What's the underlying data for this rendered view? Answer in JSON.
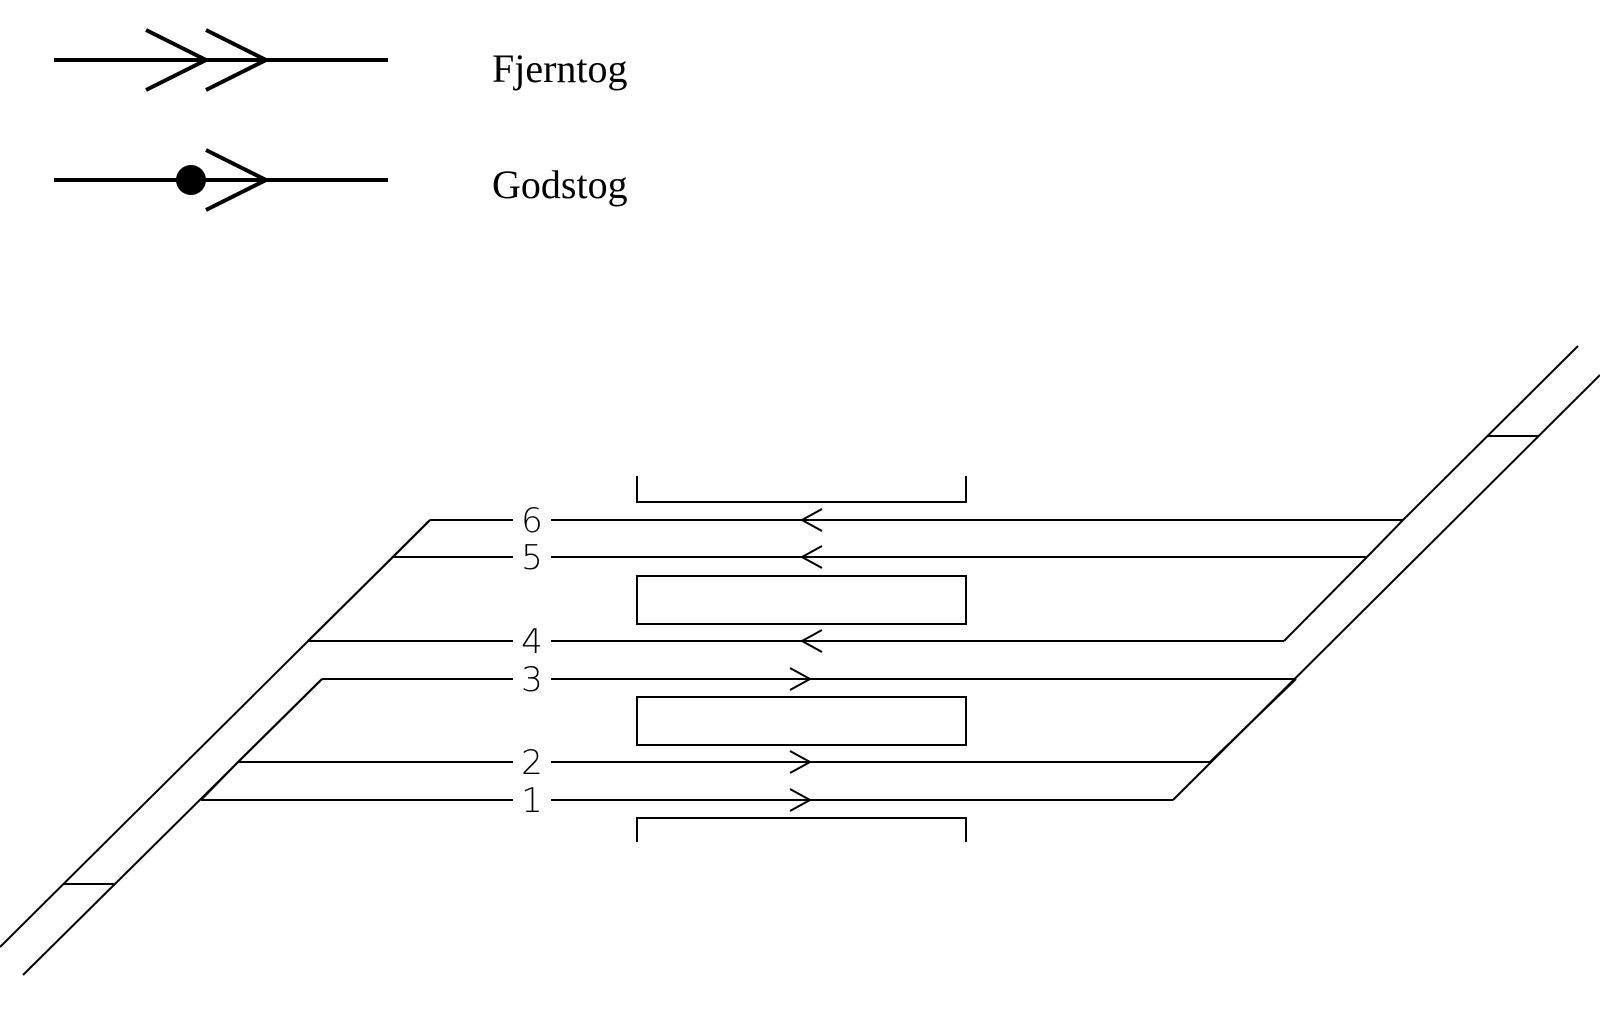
{
  "legend": {
    "items": [
      {
        "label": "Fjerntog",
        "symbol": "double-arrow"
      },
      {
        "label": "Godstog",
        "symbol": "dot-arrow"
      }
    ]
  },
  "tracks": [
    {
      "number": "6",
      "direction": "left"
    },
    {
      "number": "5",
      "direction": "left"
    },
    {
      "number": "4",
      "direction": "left"
    },
    {
      "number": "3",
      "direction": "right"
    },
    {
      "number": "2",
      "direction": "right"
    },
    {
      "number": "1",
      "direction": "right"
    }
  ],
  "platforms": [
    {
      "type": "side-platform",
      "between": [
        "top",
        "6"
      ]
    },
    {
      "type": "island-platform",
      "between": [
        "5",
        "4"
      ]
    },
    {
      "type": "island-platform",
      "between": [
        "3",
        "2"
      ]
    },
    {
      "type": "side-platform",
      "between": [
        "1",
        "bottom"
      ]
    }
  ]
}
